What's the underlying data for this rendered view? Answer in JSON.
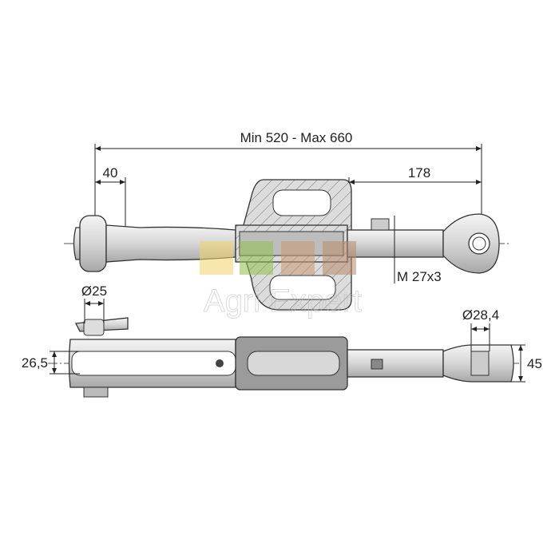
{
  "dimensions": {
    "overall_length": "Min 520 - Max 660",
    "ball_end_offset": "40",
    "eye_end_length": "178",
    "thread": "M 27x3",
    "pin_diameter": "Ø25",
    "fork_opening": "26,5",
    "ball_diameter": "Ø28,4",
    "ball_width": "45"
  },
  "watermark": {
    "text": "Agri Expert",
    "colors": [
      "#f2d36b",
      "#8fbf4a",
      "#c99a72",
      "#b98c6a"
    ]
  },
  "colors": {
    "line": "#222222",
    "metal_light": "#e6e6e6",
    "metal_mid": "#c9c9c9",
    "metal_dark": "#8a8a8a"
  }
}
